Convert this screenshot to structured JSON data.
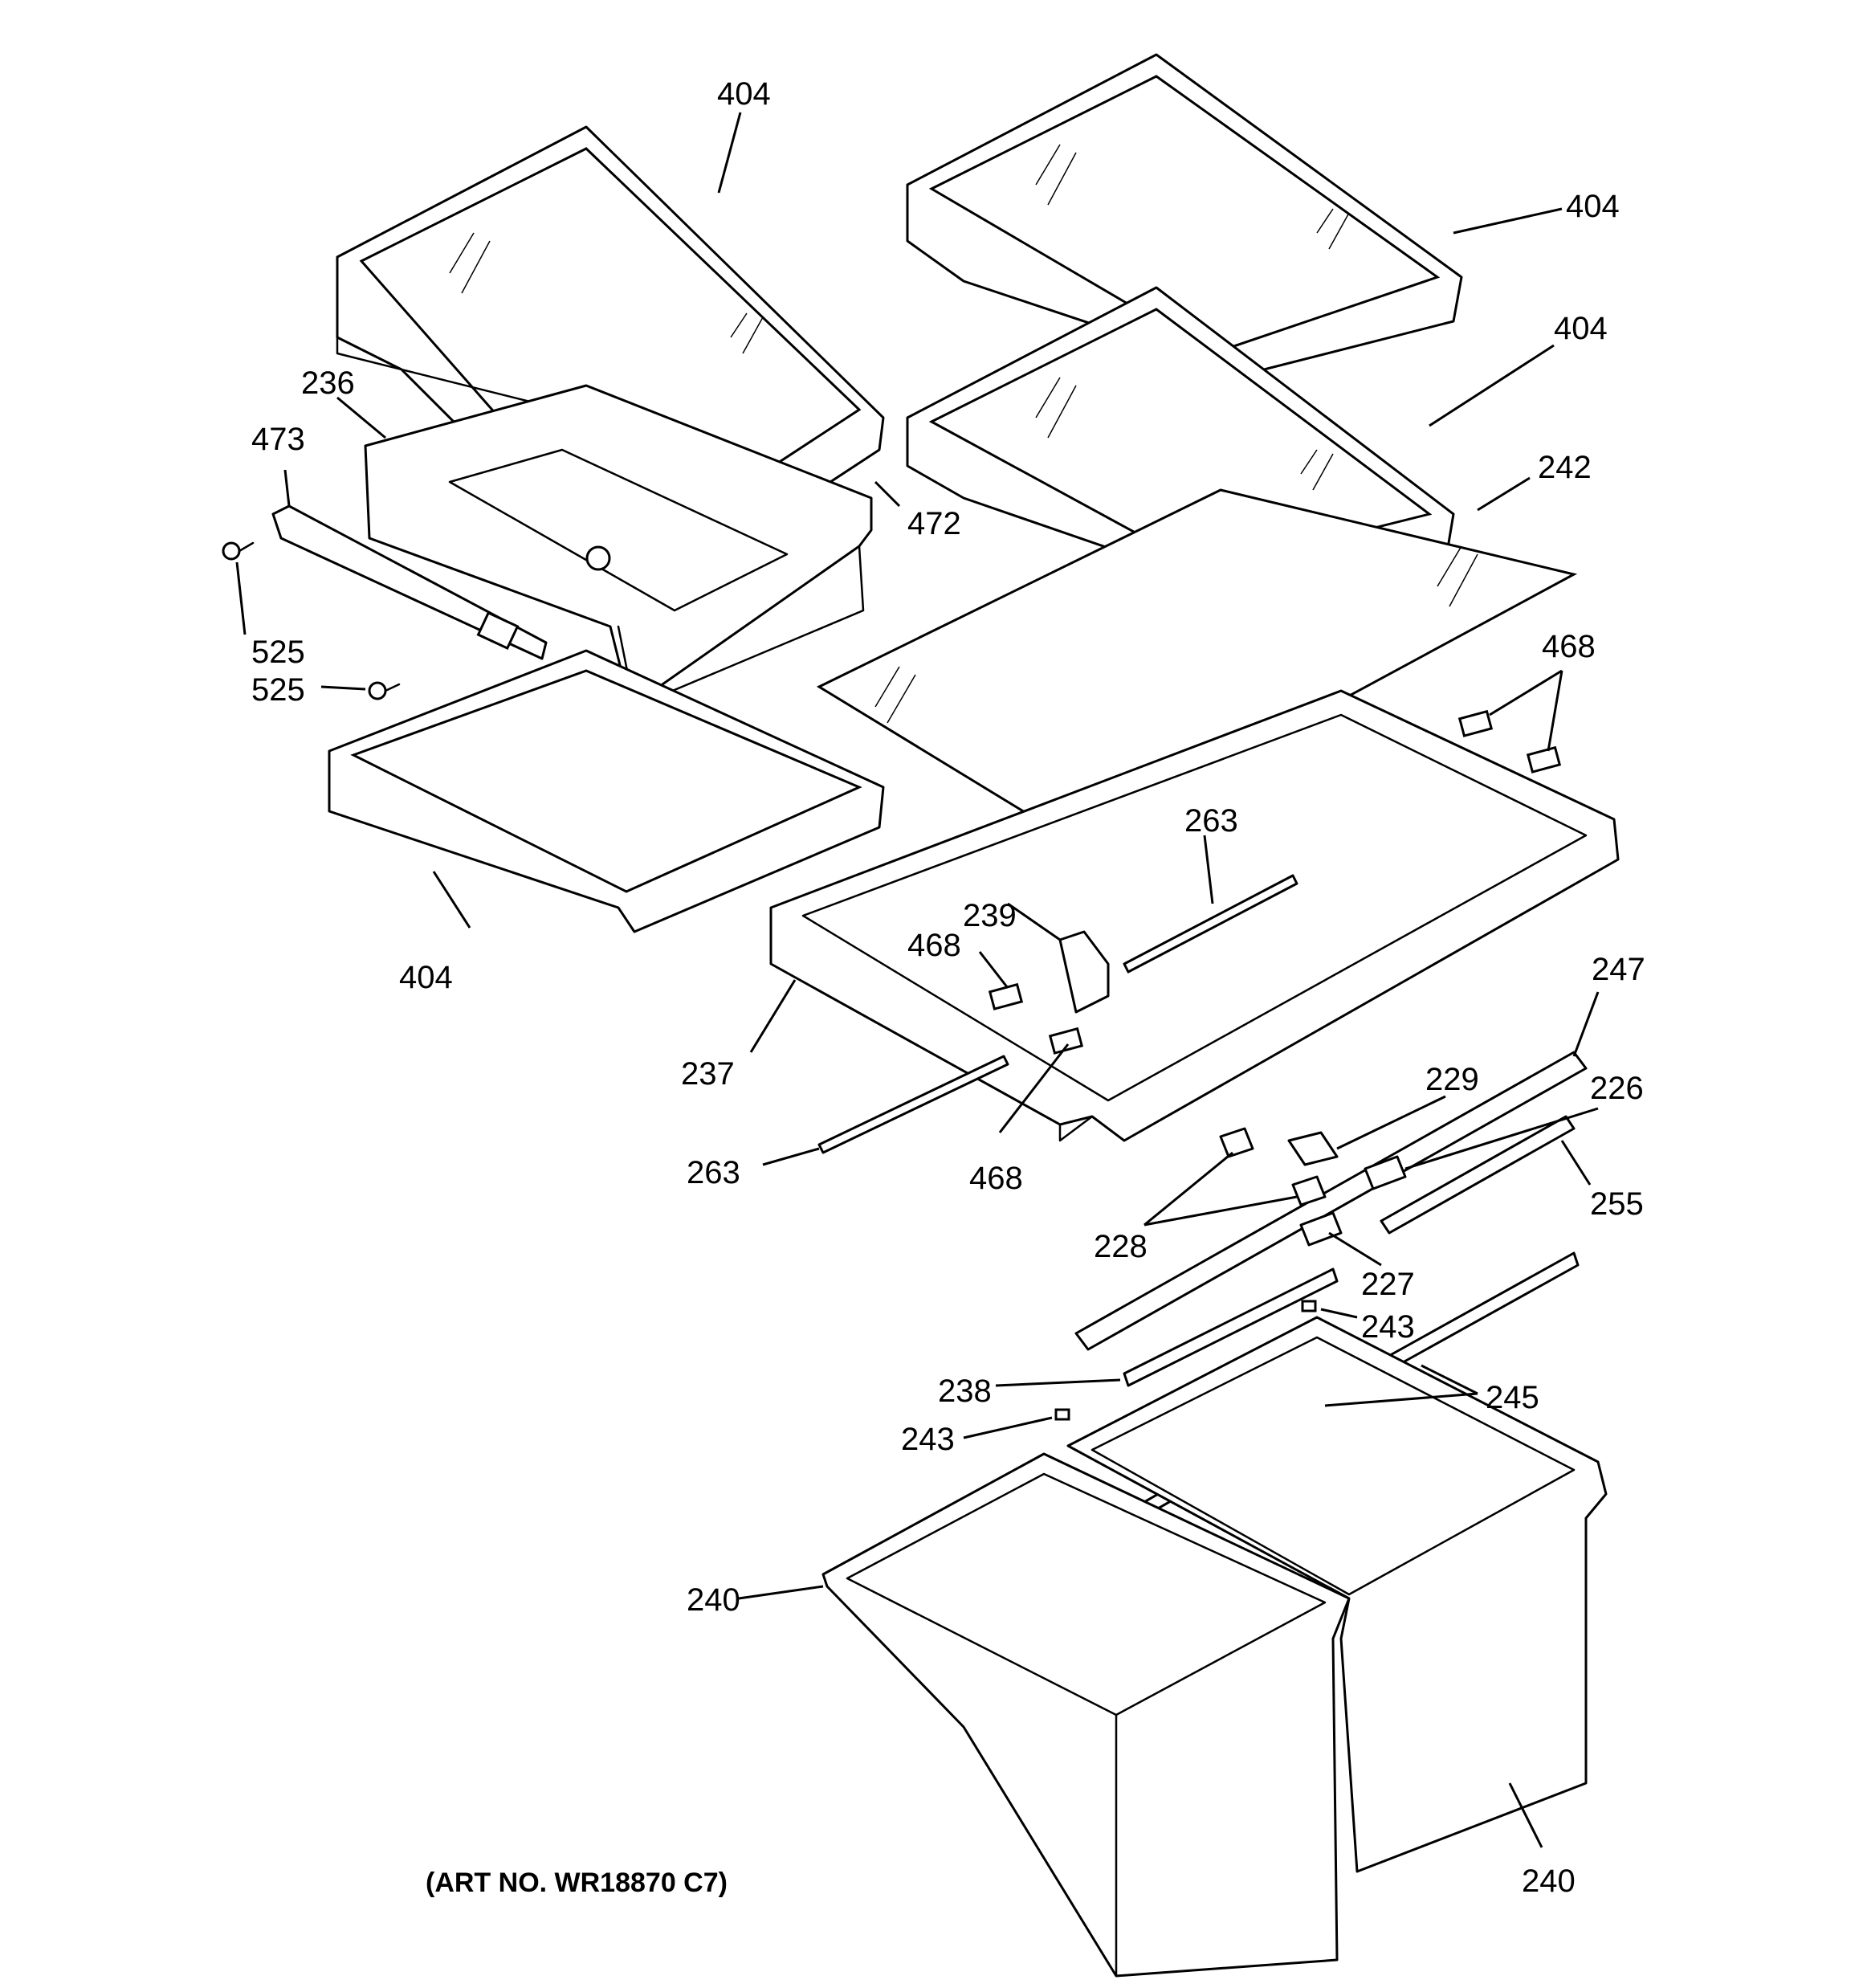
{
  "callouts": {
    "c404_a": "404",
    "c404_b": "404",
    "c404_c": "404",
    "c404_d": "404",
    "c236": "236",
    "c473": "473",
    "c472": "472",
    "c242": "242",
    "c525_a": "525",
    "c525_b": "525",
    "c468_a": "468",
    "c468_b": "468",
    "c468_c": "468",
    "c263_a": "263",
    "c263_b": "263",
    "c239": "239",
    "c237": "237",
    "c247": "247",
    "c229": "229",
    "c226": "226",
    "c255": "255",
    "c228": "228",
    "c227": "227",
    "c243_a": "243",
    "c243_b": "243",
    "c238": "238",
    "c245": "245",
    "c240_a": "240",
    "c240_b": "240"
  },
  "art_number": "(ART NO. WR18870 C7)"
}
